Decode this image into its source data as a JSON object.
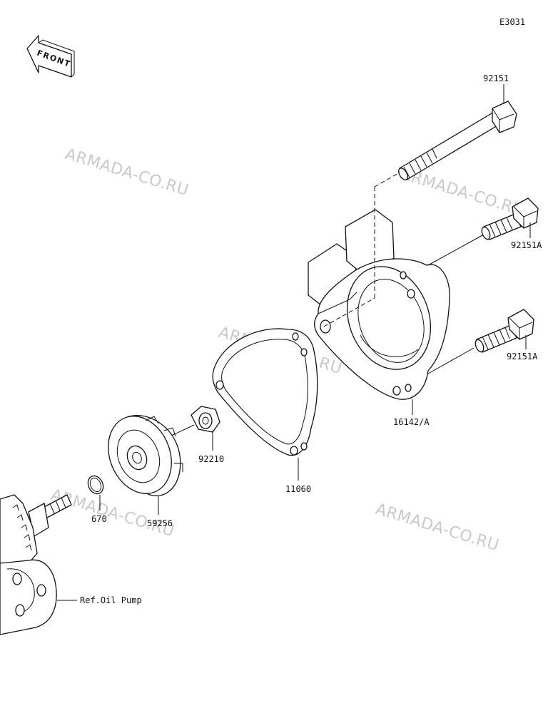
{
  "diagram_code": "E3031",
  "front_marker": "FRONT",
  "watermarks": [
    "ARMADA-CO.RU",
    "ARMADA-CO.RU",
    "ARMADA-CO.RU",
    "ARMADA-CO.RU"
  ],
  "parts": {
    "bolt_long": "92151",
    "bolt_short_upper": "92151A",
    "bolt_short_lower": "92151A",
    "pump_cover": "16142/A",
    "gasket": "11060",
    "nut": "92210",
    "impeller": "59256",
    "o_ring": "670",
    "ref_oil_pump": "Ref.Oil Pump"
  }
}
